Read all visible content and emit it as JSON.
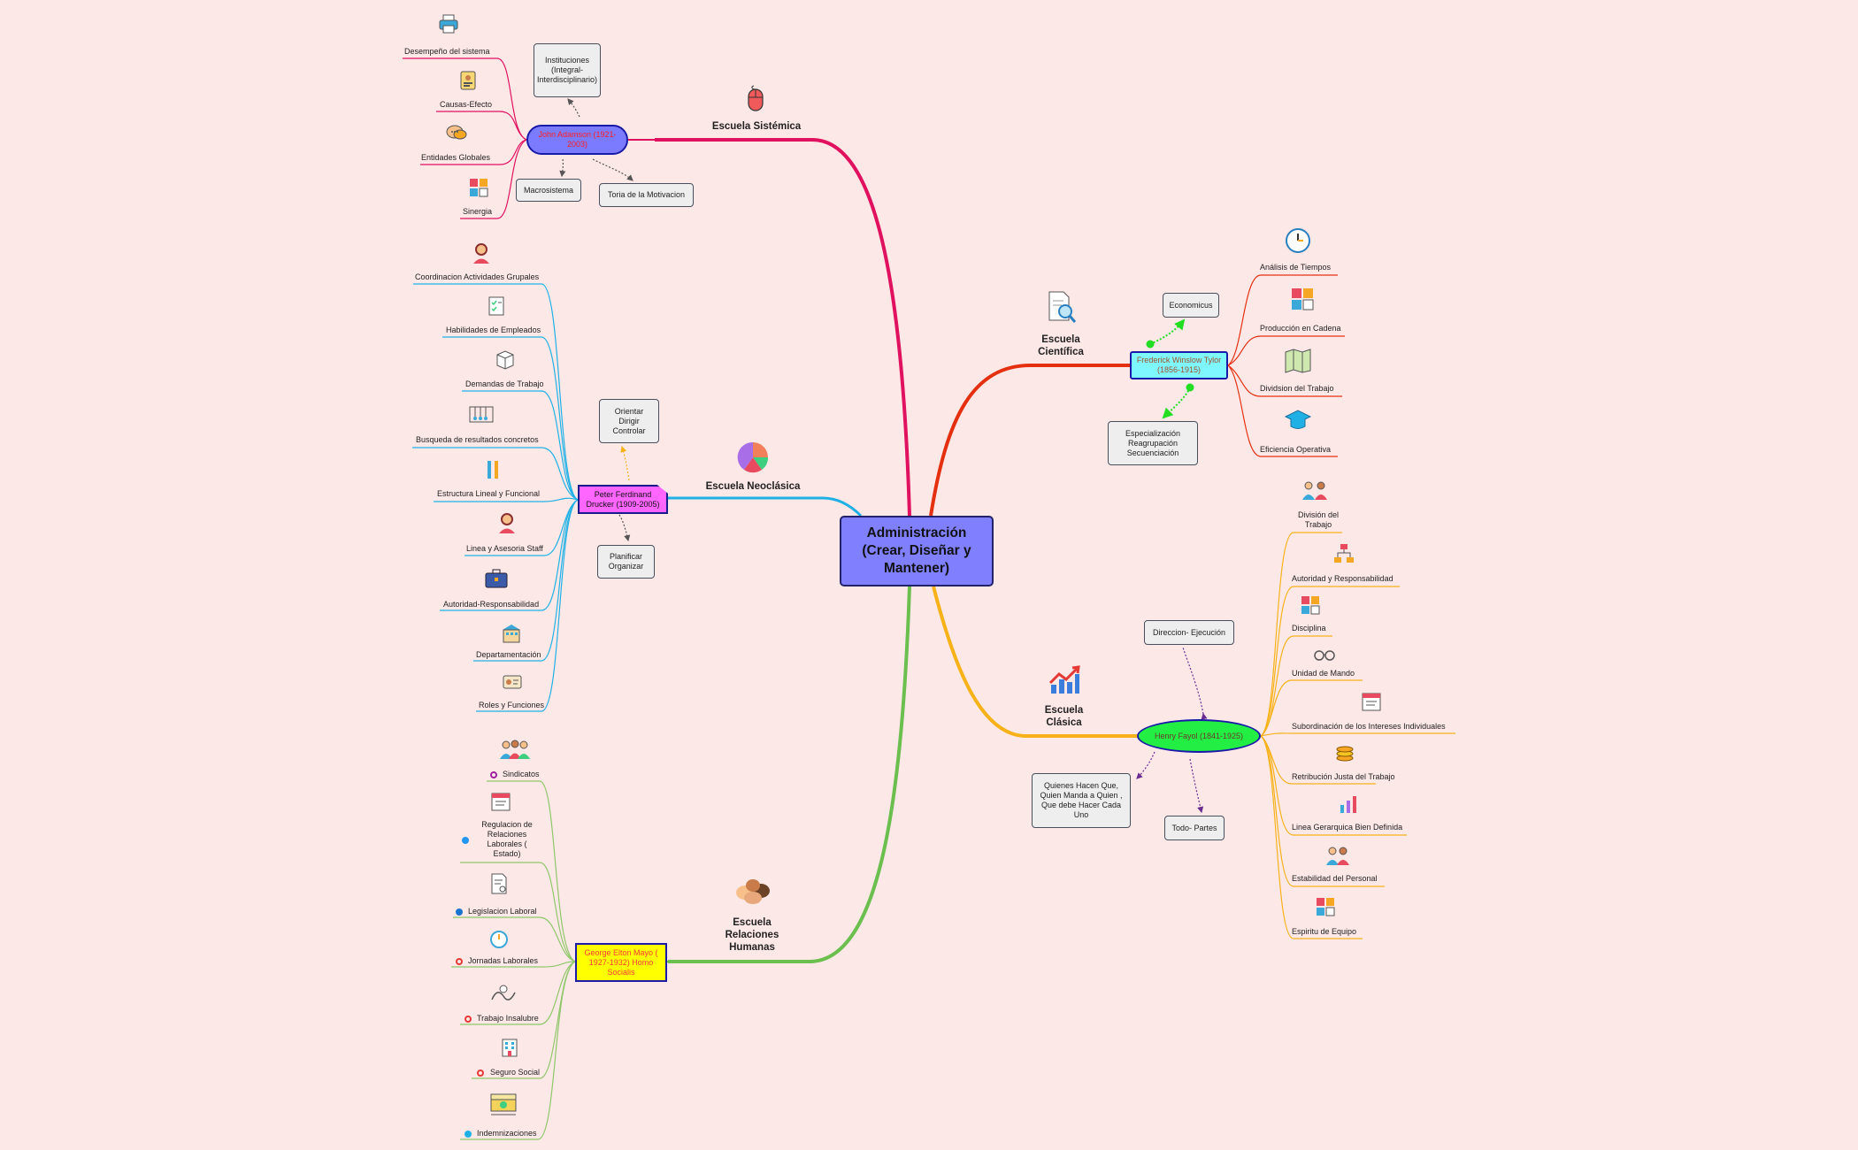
{
  "root": "Administración (Crear, Diseñar y Mantener)",
  "schools": {
    "sistemica": "Escuela Sistémica",
    "cientifica": "Escuela Científica",
    "neoclasica": "Escuela Neoclásica",
    "clasica": "Escuela Clásica",
    "humanas": "Escuela Relaciones Humanas"
  },
  "persons": {
    "ackoff": "John Adamson (1921-2003)",
    "taylor": "Frederick Winslow Tylor  (1856-1915)",
    "drucker": "Peter Ferdinand Drucker (1909-2005)",
    "fayol": "Henry Fayol   (1841-1925)",
    "mayo": "George Elton Mayo ( 1927-1932)   Homo Socialis"
  },
  "notes": {
    "instituciones": "Instituciones (Integral- Interdisciplinario)",
    "macrosistema": "Macrosistema",
    "motivacion": "Toria de la Motivacion",
    "economicus": "Economicus",
    "especializacion": "Especialización Reagrupación Secuenciación",
    "orientar": "Orientar Dirigir Controlar",
    "planificar": "Planificar Organizar",
    "direccion": "Direccion- Ejecución",
    "quienes": "Quienes Hacen Que, Quien Manda a Quien , Que debe Hacer Cada Uno",
    "todo": "Todo- Partes"
  },
  "sistemica_leaves": [
    "Desempeño del sistema",
    "Causas-Efecto",
    "Entidades Globales",
    "Sinergia"
  ],
  "cientifica_leaves": [
    "Análisis de Tiempos",
    "Producción en Cadena",
    "Dividsion del Trabajo",
    "Eficiencia Operativa"
  ],
  "neoclasica_leaves": [
    "Coordinacion Actividades Grupales",
    "Habilidades de Empleados",
    "Demandas de Trabajo",
    "Busqueda de resultados concretos",
    "Estructura Lineal y Funcional",
    "Linea y Asesoria Staff",
    "Autoridad-Responsabilidad",
    "Departamentación",
    "Roles y Funciones"
  ],
  "clasica_leaves": [
    "División del Trabajo",
    "Autoridad y Responsabilidad",
    "Disciplina",
    "Unidad de Mando",
    "Subordinación de los Intereses Individuales",
    "Retribución Justa del Trabajo",
    "Linea Gerarquica Bien Definida",
    "Estabilidad del Personal",
    "Espiritu de Equipo"
  ],
  "humanas_leaves": [
    "Sindicatos",
    "Regulacion de Relaciones Laborales ( Estado)",
    "Legislacion Laboral",
    "Jornadas Laborales",
    "Trabajo Insalubre",
    "Seguro Social",
    "Indemnizaciones"
  ],
  "colors": {
    "background": "#fde8e8",
    "root": "#8080ff",
    "sistemica": "#e0115f",
    "cientifica": "#e53010",
    "neoclasica": "#1fb1e6",
    "clasica": "#f7b21a",
    "humanas": "#6bbf4e",
    "ackoff_fill": "#7b7bff",
    "taylor_fill": "#7ff7ff",
    "drucker_fill": "#ff66ff",
    "fayol_fill": "#22ee44",
    "mayo_fill": "#ffff00"
  }
}
